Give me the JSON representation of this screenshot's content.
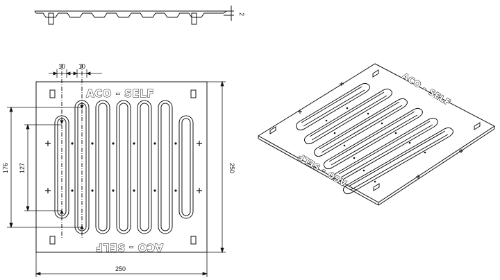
{
  "drawing": {
    "brand_text": "ACO - SELF",
    "dims": {
      "thickness": "2",
      "spacing_left": "10",
      "spacing_right": "10",
      "height_outer": "176",
      "height_inner": "127",
      "plate_height": "250",
      "plate_width": "250"
    }
  }
}
